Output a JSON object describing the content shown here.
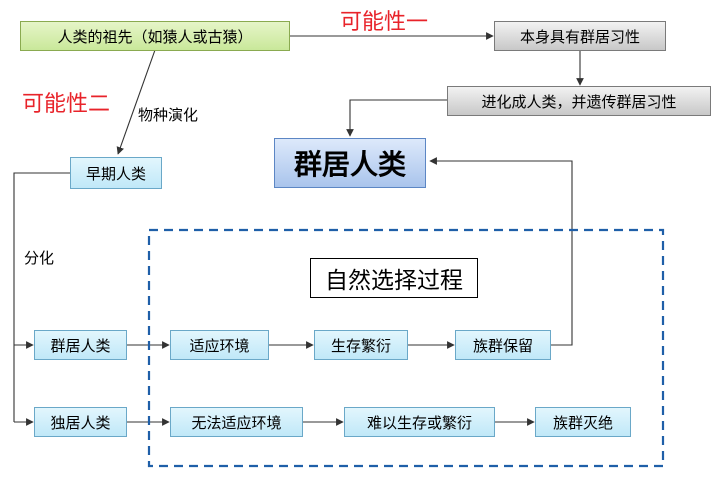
{
  "nodes": {
    "ancestor": "人类的祖先（如猿人或古猿）",
    "gregarious_trait": "本身具有群居习性",
    "evolve_inherit": "进化成人类，并遗传群居习性",
    "gregarious_humans_main": "群居人类",
    "early_humans": "早期人类",
    "natural_selection": "自然选择过程",
    "gregarious_humans": "群居人类",
    "adapt_env": "适应环境",
    "survive_reproduce": "生存繁衍",
    "group_preserved": "族群保留",
    "solitary_humans": "独居人类",
    "cannot_adapt": "无法适应环境",
    "hard_survive": "难以生存或繁衍",
    "group_extinct": "族群灭绝"
  },
  "labels": {
    "possibility_one": "可能性一",
    "possibility_two": "可能性二",
    "species_evolution": "物种演化",
    "differentiation": "分化"
  },
  "colors": {
    "possibility_text": "#e8232a",
    "dashed_border": "#1f5fa8",
    "arrow": "#333333"
  }
}
